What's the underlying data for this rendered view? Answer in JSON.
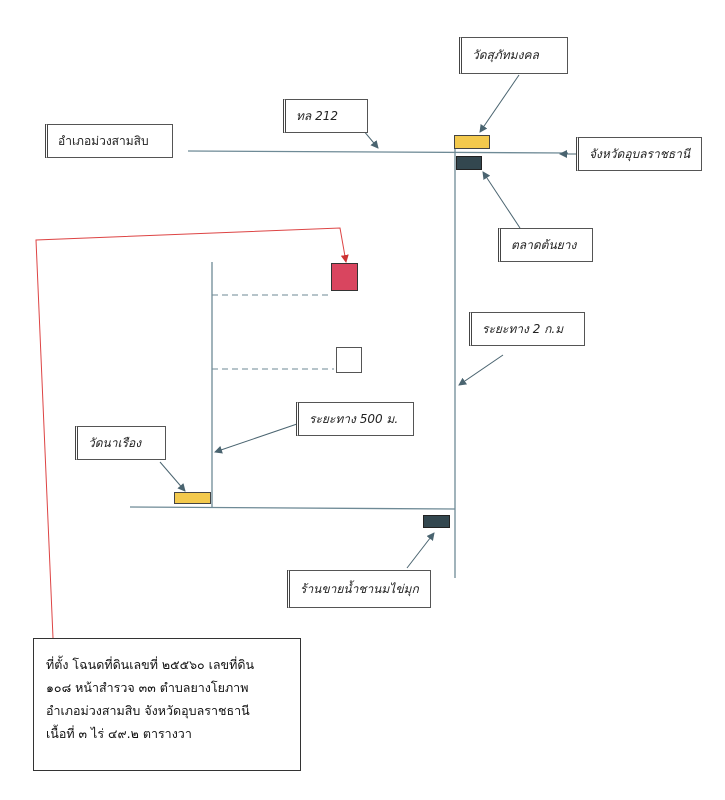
{
  "places": {
    "amphoe_label": "อำเภอม่วงสามสิบ",
    "highway_label": "ทล 212",
    "temple_suphattham_label": "วัดสุภัทมงคล",
    "province_label": "จังหวัดอุบลราชธานี",
    "market_label": "ตลาดต้นยาง",
    "distance_2km_label": "ระยะทาง 2 ก.ม",
    "distance_500m_label": "ระยะทาง 500 ม.",
    "temple_na_rueang_label": "วัดนาเรือง",
    "shop_label": "ร้านขายน้ำชานมไข่มุก"
  },
  "location_info": {
    "line1": "ที่ตั้ง  โฉนดที่ดินเลขที่ ๒๕๕๖๐ เลขที่ดิน",
    "line2": "๑๐๘ หน้าสำรวจ ๓๓ ตำบลยางโยภาพ",
    "line3": "อำเภอม่วงสามสิบ จังหวัดอุบลราชธานี",
    "line4": "เนื้อที่  ๓ ไร่ ๔๙.๒  ตารางวา"
  },
  "colors": {
    "road": "#6e8a96",
    "temple_marker": "#f3c94d",
    "dark_marker": "#33474f",
    "target_marker": "#d9455f",
    "pointer_line": "#d44"
  }
}
